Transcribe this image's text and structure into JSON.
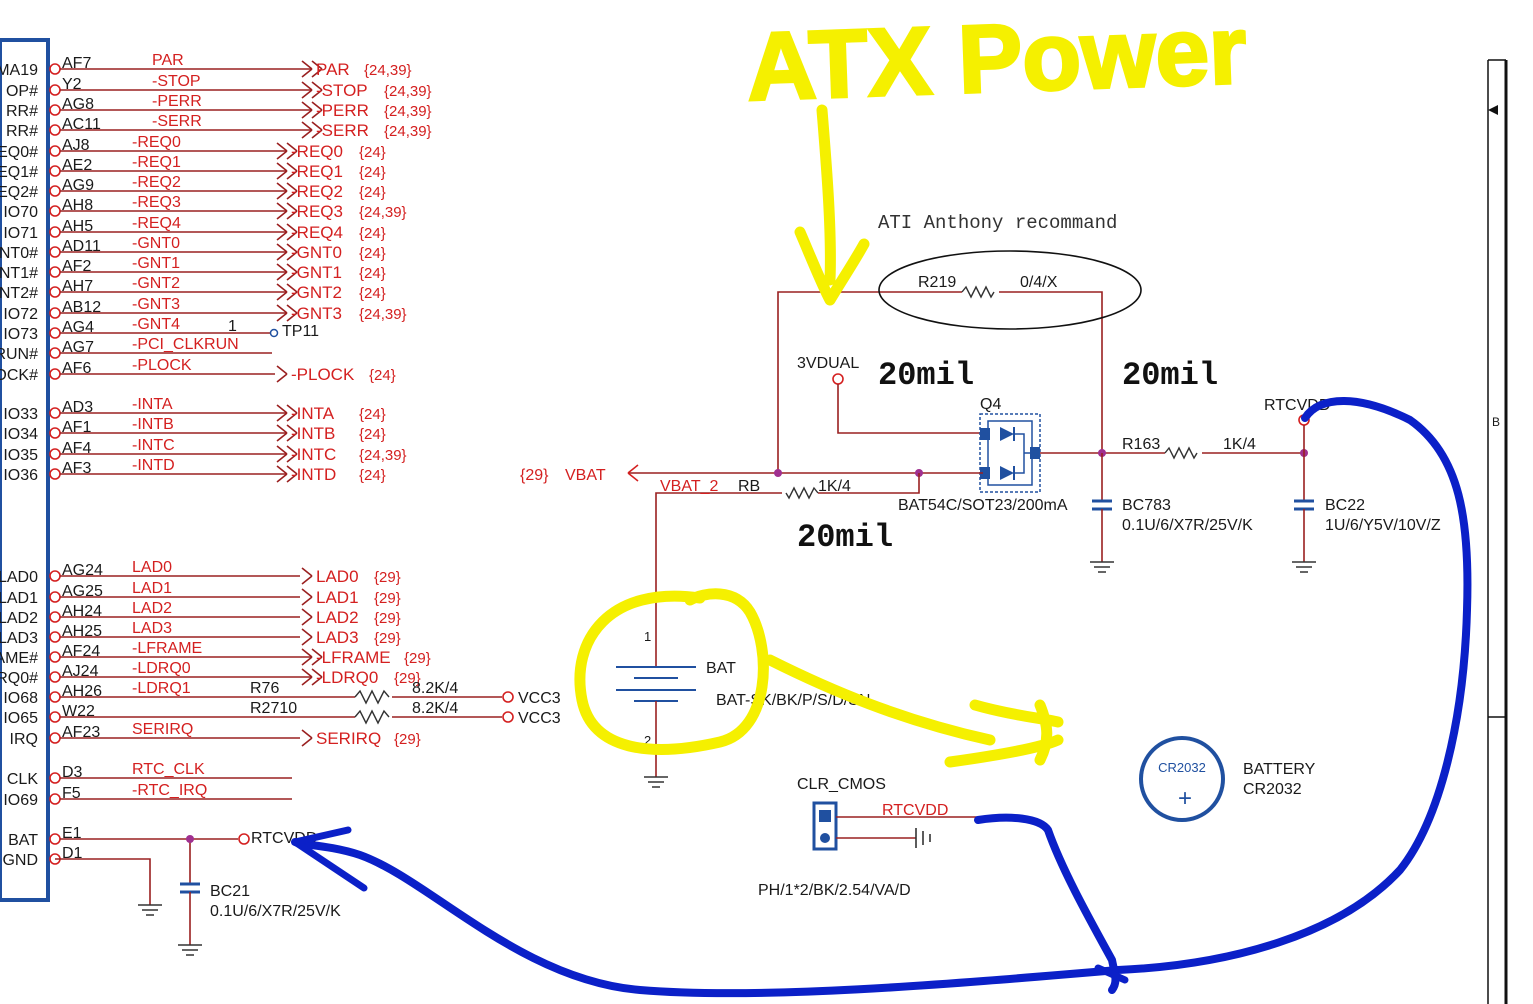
{
  "colors": {
    "net_red": "#d42020",
    "wire": "#9a2020",
    "ink": "#1a1a1a",
    "chip_blue": "#2050a0",
    "hand_yellow": "#f5f000",
    "hand_blue": "#0b20c8"
  },
  "annotation": {
    "title": "ATX Power",
    "note": "ATI Anthony recommand"
  },
  "left_pins": [
    {
      "pin_label": "MA19",
      "ball": "AF7",
      "net": "PAR",
      "dest": "PAR",
      "ref": "{24,39}"
    },
    {
      "pin_label": "OP#",
      "ball": "Y2",
      "net": "-STOP",
      "dest": "-STOP",
      "ref": "{24,39}"
    },
    {
      "pin_label": "RR#",
      "ball": "AG8",
      "net": "-PERR",
      "dest": "-PERR",
      "ref": "{24,39}"
    },
    {
      "pin_label": "RR#",
      "ball": "AC11",
      "net": "-SERR",
      "dest": "-SERR",
      "ref": "{24,39}"
    },
    {
      "pin_label": "EQ0#",
      "ball": "AJ8",
      "net": "-REQ0",
      "dest": "-REQ0",
      "ref": "{24}"
    },
    {
      "pin_label": "EQ1#",
      "ball": "AE2",
      "net": "-REQ1",
      "dest": "-REQ1",
      "ref": "{24}"
    },
    {
      "pin_label": "EQ2#",
      "ball": "AG9",
      "net": "-REQ2",
      "dest": "-REQ2",
      "ref": "{24}"
    },
    {
      "pin_label": "IO70",
      "ball": "AH8",
      "net": "-REQ3",
      "dest": "-REQ3",
      "ref": "{24,39}"
    },
    {
      "pin_label": "IO71",
      "ball": "AH5",
      "net": "-REQ4",
      "dest": "-REQ4",
      "ref": "{24}"
    },
    {
      "pin_label": "NT0#",
      "ball": "AD11",
      "net": "-GNT0",
      "dest": "-GNT0",
      "ref": "{24}"
    },
    {
      "pin_label": "NT1#",
      "ball": "AF2",
      "net": "-GNT1",
      "dest": "-GNT1",
      "ref": "{24}"
    },
    {
      "pin_label": "NT2#",
      "ball": "AH7",
      "net": "-GNT2",
      "dest": "-GNT2",
      "ref": "{24}"
    },
    {
      "pin_label": "IO72",
      "ball": "AB12",
      "net": "-GNT3",
      "dest": "-GNT3",
      "ref": "{24,39}"
    },
    {
      "pin_label": "IO73",
      "ball": "AG4",
      "net": "-GNT4",
      "dest": "TP11",
      "ref": "1"
    },
    {
      "pin_label": "RUN#",
      "ball": "AG7",
      "net": "-PCI_CLKRUN",
      "dest": "",
      "ref": ""
    },
    {
      "pin_label": "OCK#",
      "ball": "AF6",
      "net": "-PLOCK",
      "dest": "-PLOCK",
      "ref": "{24}"
    },
    {
      "pin_label": "IO33",
      "ball": "AD3",
      "net": "-INTA",
      "dest": "-INTA",
      "ref": "{24}"
    },
    {
      "pin_label": "IO34",
      "ball": "AF1",
      "net": "-INTB",
      "dest": "-INTB",
      "ref": "{24}"
    },
    {
      "pin_label": "IO35",
      "ball": "AF4",
      "net": "-INTC",
      "dest": "-INTC",
      "ref": "{24,39}"
    },
    {
      "pin_label": "IO36",
      "ball": "AF3",
      "net": "-INTD",
      "dest": "-INTD",
      "ref": "{24}"
    },
    {
      "pin_label": "LAD0",
      "ball": "AG24",
      "net": "LAD0",
      "dest": "LAD0",
      "ref": "{29}"
    },
    {
      "pin_label": "LAD1",
      "ball": "AG25",
      "net": "LAD1",
      "dest": "LAD1",
      "ref": "{29}"
    },
    {
      "pin_label": "LAD2",
      "ball": "AH24",
      "net": "LAD2",
      "dest": "LAD2",
      "ref": "{29}"
    },
    {
      "pin_label": "LAD3",
      "ball": "AH25",
      "net": "LAD3",
      "dest": "LAD3",
      "ref": "{29}"
    },
    {
      "pin_label": "AME#",
      "ball": "AF24",
      "net": "-LFRAME",
      "dest": "-LFRAME",
      "ref": "{29}"
    },
    {
      "pin_label": "RQ0#",
      "ball": "AJ24",
      "net": "-LDRQ0",
      "dest": "-LDRQ0",
      "ref": "{29}"
    },
    {
      "pin_label": "IO68",
      "ball": "AH26",
      "net": "-LDRQ1",
      "dest": "VCC3",
      "ref": ""
    },
    {
      "pin_label": "IO65",
      "ball": "W22",
      "net": "",
      "dest": "VCC3",
      "ref": ""
    },
    {
      "pin_label": "IRQ",
      "ball": "AF23",
      "net": "SERIRQ",
      "dest": "SERIRQ",
      "ref": "{29}"
    },
    {
      "pin_label": "CLK",
      "ball": "D3",
      "net": "RTC_CLK",
      "dest": "",
      "ref": ""
    },
    {
      "pin_label": "IO69",
      "ball": "F5",
      "net": "-RTC_IRQ",
      "dest": "",
      "ref": ""
    },
    {
      "pin_label": "BAT",
      "ball": "E1",
      "net": "",
      "dest": "RTCVDD",
      "ref": ""
    },
    {
      "pin_label": "GND",
      "ball": "D1",
      "net": "",
      "dest": "",
      "ref": ""
    }
  ],
  "left_resistors": [
    {
      "ref": "R76",
      "value": "8.2K/4"
    },
    {
      "ref": "R2710",
      "value": "8.2K/4"
    }
  ],
  "bc21": {
    "ref": "BC21",
    "value": "0.1U/6/X7R/25V/K"
  },
  "circuit": {
    "r219_ref": "R219",
    "r219_value": "0/4/X",
    "vdual": "3VDUAL",
    "width_a": "20mil",
    "width_b": "20mil",
    "width_c": "20mil",
    "q4_ref": "Q4",
    "q4_value": "BAT54C/SOT23/200mA",
    "vbat_ref": "{29}",
    "vbat": "VBAT",
    "vbat2": "VBAT_2",
    "rb_ref": "RB",
    "rb_value": "1K/4",
    "bc783_ref": "BC783",
    "bc783_value": "0.1U/6/X7R/25V/K",
    "r163_ref": "R163",
    "r163_value": "1K/4",
    "rtcvdd": "RTCVDD",
    "bc22_ref": "BC22",
    "bc22_value": "1U/6/Y5V/10V/Z",
    "bat_ref": "BAT",
    "bat_value": "BAT-SK/BK/P/S/D/SN",
    "bat_pin1": "1",
    "bat_pin2": "2",
    "clr_ref": "CLR_CMOS",
    "clr_net": "RTCVDD",
    "clr_value": "PH/1*2/BK/2.54/VA/D",
    "coin_text": "CR2032",
    "coin_plus": "+",
    "battery_label": "BATTERY",
    "battery_value": "CR2032",
    "frame_letter": "B"
  }
}
